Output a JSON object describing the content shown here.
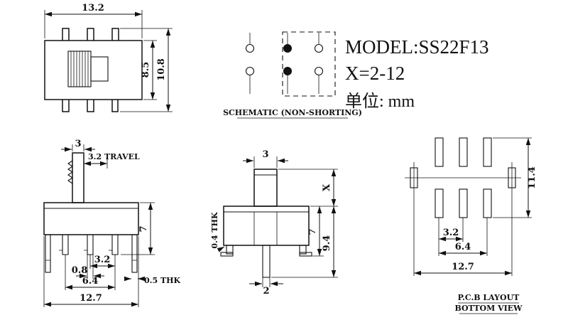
{
  "title_block": {
    "model": "MODEL:SS22F13",
    "x_range": "X=2-12",
    "unit": "单位: mm"
  },
  "schematic": {
    "caption": "SCHEMATIC (NON-SHORTING)"
  },
  "front_view": {
    "width": "13.2",
    "body_height": "8.5",
    "total_height": "10.8"
  },
  "side_view": {
    "knob_width": "3",
    "travel": "3.2 TRAVEL",
    "height": "7",
    "pin_pitch": "3.2",
    "pin_width": "0.8",
    "pin_span": "6.4",
    "total_width": "12.7",
    "tab_thickness": "0.5 THK"
  },
  "section_view": {
    "knob_width": "3",
    "knob_height": "X",
    "body_height": "7",
    "total_height": "9.4",
    "wall_thickness": "0.4 THK",
    "pin_width": "2"
  },
  "pcb_view": {
    "pattern_height": "11.4",
    "pad_pitch": "3.2",
    "pad_span": "6.4",
    "total_width": "12.7",
    "caption_line1": "P.C.B LAYOUT",
    "caption_line2": "BOTTOM VIEW"
  },
  "colors": {
    "ink": "#111111",
    "background": "#ffffff"
  }
}
